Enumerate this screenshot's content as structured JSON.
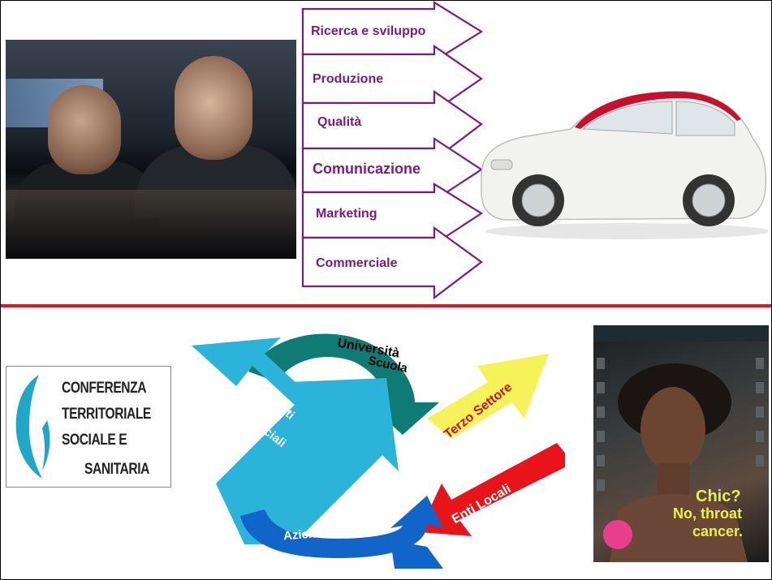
{
  "top_section": {
    "arrows": [
      {
        "label": "Ricerca e sviluppo"
      },
      {
        "label": "Produzione"
      },
      {
        "label": "Qualità"
      },
      {
        "label": "Comunicazione"
      },
      {
        "label": "Marketing"
      },
      {
        "label": "Commerciale"
      }
    ],
    "arrow_color": "#7b1a7f",
    "car_color": "#f2f2f0",
    "car_roof_color": "#c8102e"
  },
  "divider_color": "#e8141a",
  "logo": {
    "lines": [
      "CONFERENZA",
      "TERRITORIALE",
      "SOCIALE E",
      "SANITARIA"
    ],
    "swirl_color": "#1fa7c9"
  },
  "flow": {
    "universita": "Università",
    "scuola": "Scuola",
    "soggetti": "Soggetti",
    "sociali": "Sociali",
    "terzo_settore": "Terzo Settore",
    "enti_locali": "Enti Locali",
    "aziende_sanitarie": "Aziende Sanitarie",
    "colors": {
      "universita": "#0e7c74",
      "soggetti": "#2bb3d9",
      "terzo": "#f5f25a",
      "enti": "#e8141a",
      "aziende": "#1164c8"
    }
  },
  "poster": {
    "headline1": "Chic?",
    "headline2": "No, throat",
    "headline3": "cancer."
  }
}
